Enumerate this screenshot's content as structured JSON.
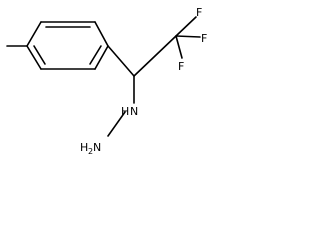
{
  "molecule": {
    "atoms": {
      "f_top": "F",
      "f_right": "F",
      "f_mid": "F",
      "nh_label": "H",
      "n_label": "N",
      "h2n_h": "H",
      "h2n_sub": "2",
      "h2n_n": "N"
    }
  }
}
